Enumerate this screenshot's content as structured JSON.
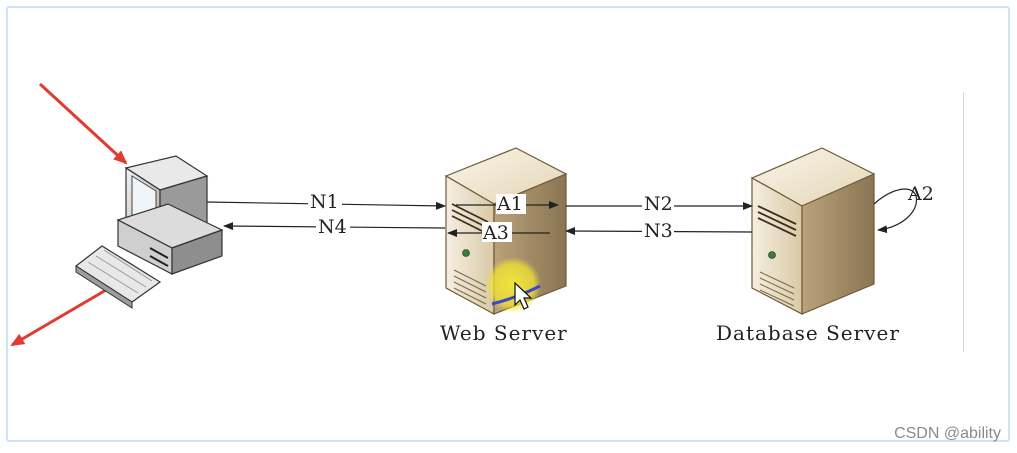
{
  "diagram": {
    "nodes": {
      "client": {
        "icon": "desktop-computer-icon"
      },
      "web_server": {
        "label": "Web Server",
        "icon": "server-tower-icon"
      },
      "db_server": {
        "label": "Database Server",
        "icon": "server-tower-icon"
      }
    },
    "edges": {
      "n1": "N1",
      "n4": "N4",
      "a1": "A1",
      "a3": "A3",
      "n2": "N2",
      "n3": "N3",
      "a2": "A2"
    },
    "colors": {
      "annotation_arrow": "#e23a2e",
      "cursor_highlight": "#f2e233",
      "server_body": "#e8dcc4",
      "line": "#222222"
    }
  },
  "watermark": "CSDN @ability"
}
